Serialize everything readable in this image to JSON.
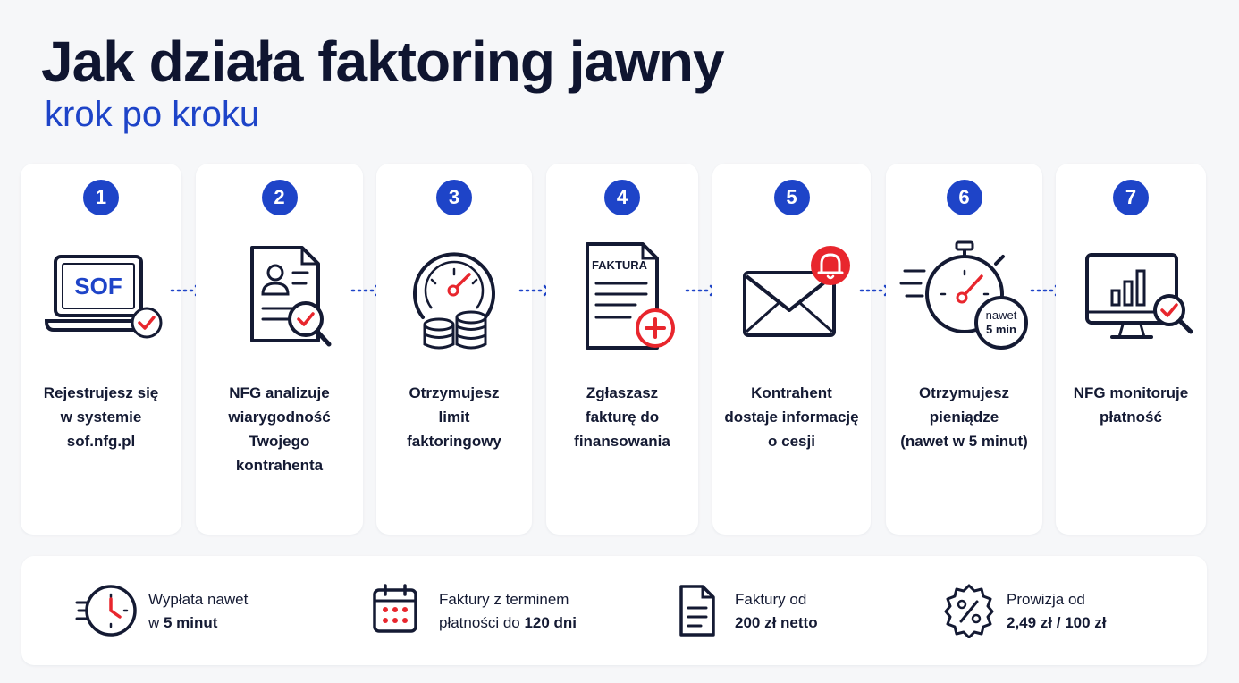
{
  "header": {
    "title": "Jak działa faktoring jawny",
    "subtitle": "krok po kroku"
  },
  "colors": {
    "brand_blue": "#1e44c8",
    "accent_red": "#e8262d",
    "navy": "#141a33"
  },
  "steps": [
    {
      "number": "1",
      "icon": "laptop-sof-check-icon",
      "icon_text": "SOF",
      "lines": [
        "Rejestrujesz się",
        "w systemie",
        "sof.nfg.pl"
      ]
    },
    {
      "number": "2",
      "icon": "document-magnifier-icon",
      "lines": [
        "NFG analizuje",
        "wiarygodność",
        "Twojego",
        "kontrahenta"
      ]
    },
    {
      "number": "3",
      "icon": "gauge-coins-icon",
      "lines": [
        "Otrzymujesz",
        "limit",
        "faktoringowy"
      ]
    },
    {
      "number": "4",
      "icon": "invoice-plus-icon",
      "icon_text": "FAKTURA",
      "lines": [
        "Zgłaszasz",
        "fakturę do",
        "finansowania"
      ]
    },
    {
      "number": "5",
      "icon": "envelope-bell-icon",
      "lines": [
        "Kontrahent",
        "dostaje informację",
        "o cesji"
      ]
    },
    {
      "number": "6",
      "icon": "stopwatch-icon",
      "icon_text": [
        "nawet",
        "5 min"
      ],
      "lines": [
        "Otrzymujesz",
        "pieniądze",
        "(nawet w 5 minut)"
      ]
    },
    {
      "number": "7",
      "icon": "monitor-chart-icon",
      "lines": [
        "NFG monitoruje",
        "płatność"
      ]
    }
  ],
  "features": [
    {
      "icon": "clock-icon",
      "line1": "Wypłata nawet",
      "line2_prefix": "w ",
      "line2_bold": "5 minut"
    },
    {
      "icon": "calendar-icon",
      "line1": "Faktury z terminem",
      "line2_prefix": "płatności do ",
      "line2_bold": "120 dni"
    },
    {
      "icon": "document-icon",
      "line1": "Faktury od",
      "line2_prefix": "",
      "line2_bold": "200 zł netto"
    },
    {
      "icon": "percent-badge-icon",
      "line1": "Prowizja od",
      "line2_prefix": "",
      "line2_bold": "2,49 zł / 100 zł"
    }
  ]
}
